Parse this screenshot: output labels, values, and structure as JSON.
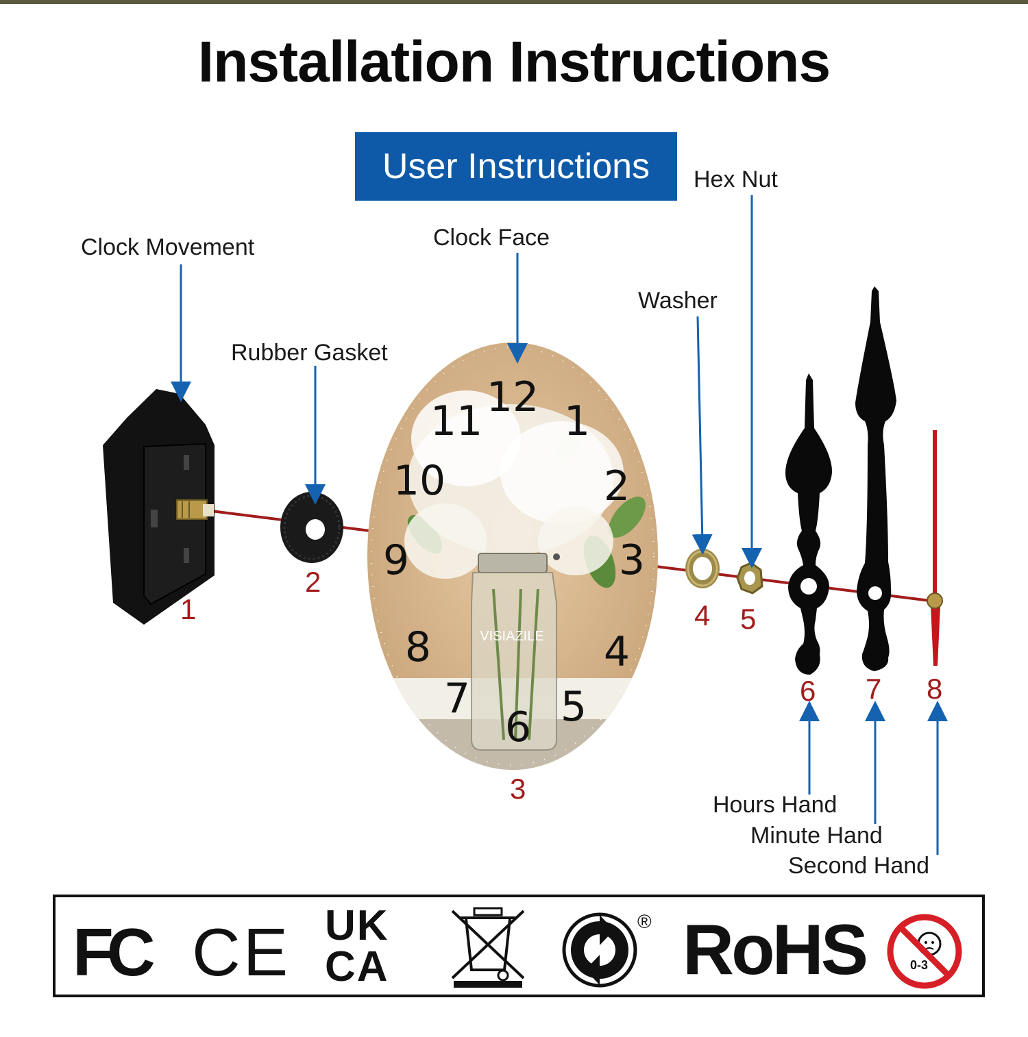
{
  "title": "Installation Instructions",
  "banner": "User Instructions",
  "parts": {
    "movement": {
      "label": "Clock Movement",
      "num": "1"
    },
    "gasket": {
      "label": "Rubber Gasket",
      "num": "2"
    },
    "face": {
      "label": "Clock Face",
      "num": "3"
    },
    "washer": {
      "label": "Washer",
      "num": "4"
    },
    "hexnut": {
      "label": "Hex Nut",
      "num": "5"
    },
    "hours": {
      "label": "Hours Hand",
      "num": "6"
    },
    "minute": {
      "label": "Minute Hand",
      "num": "7"
    },
    "second": {
      "label": "Second Hand",
      "num": "8"
    }
  },
  "clock_face": {
    "numerals": [
      "12",
      "1",
      "2",
      "3",
      "4",
      "5",
      "6",
      "7",
      "8",
      "9",
      "10",
      "11"
    ],
    "brand": "VISIAZILE"
  },
  "certifications": {
    "fc": "FC",
    "ce": "CE",
    "ukca_top": "UK",
    "ukca_bottom": "CA",
    "registered": "®",
    "rohs": "RoHS",
    "age": "0-3"
  },
  "colors": {
    "arrow": "#1462b0",
    "axis_line": "#a11c1c",
    "banner": "#0f5aa8",
    "number": "#a11c1c"
  },
  "icons": [
    "weee-bin-icon",
    "green-dot-icon",
    "no-kids-icon"
  ]
}
